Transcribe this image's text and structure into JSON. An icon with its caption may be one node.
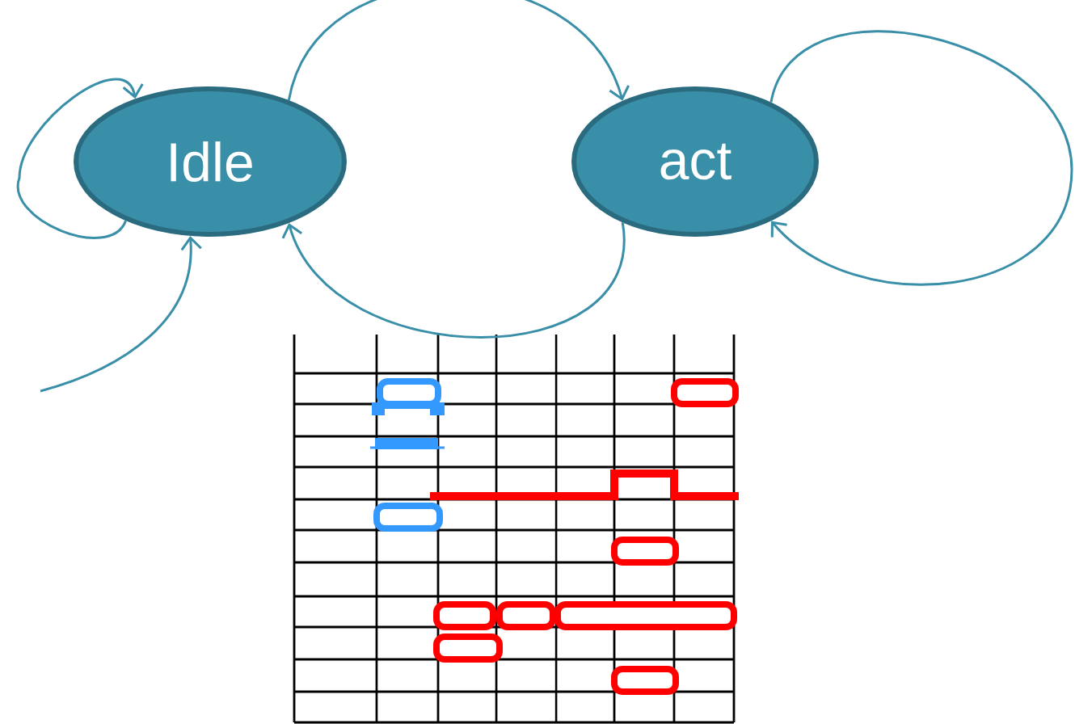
{
  "diagram": {
    "nodes": [
      {
        "text": [
          "Idle"
        ]
      },
      {
        "text": [
          "act"
        ]
      }
    ],
    "edges": [
      {
        "from": 0,
        "to": 0,
        "arrow": "to"
      },
      {
        "from": 0,
        "to": 1,
        "arrow": "to"
      },
      {
        "from": 1,
        "to": 0,
        "arrow": "to"
      },
      {
        "from": 1,
        "to": 1,
        "arrow": "to"
      },
      {
        "from": null,
        "to": 0,
        "arrow": "to"
      }
    ]
  }
}
